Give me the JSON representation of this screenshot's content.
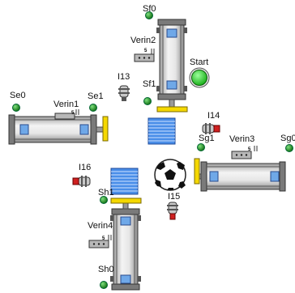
{
  "labels": {
    "sf0": "Sf0",
    "verin2": "Verin2",
    "i13": "I13",
    "start": "Start",
    "sf1": "Sf1",
    "se0": "Se0",
    "verin1": "Verin1",
    "se1": "Se1",
    "i14": "I14",
    "sg1": "Sg1",
    "verin3": "Verin3",
    "sg0": "Sg0",
    "i16": "I16",
    "sh1": "Sh1",
    "i15": "I15",
    "verin4": "Verin4",
    "sh0": "Sh0"
  },
  "valve_marks": {
    "verin1": "5",
    "verin2": "5",
    "verin3": "5",
    "verin4": "5"
  },
  "colors": {
    "sensor_green": "#1f8a1f",
    "start_button": "#22cc22",
    "cylinder_body": "#d8d8d8",
    "cylinder_frame": "#3a3a3a",
    "piston_blue": "#6fa8e8",
    "plate_yellow": "#f5d800",
    "stack_blue": "#4a8ee8",
    "photocell_red": "#d02020",
    "valve_gray": "#b8b8b8"
  },
  "icons": {
    "sensor": "green-dot-icon",
    "start": "green-button-icon",
    "photocell": "photocell-icon",
    "ball": "soccer-ball-icon",
    "piece_stack": "striped-block-icon"
  }
}
